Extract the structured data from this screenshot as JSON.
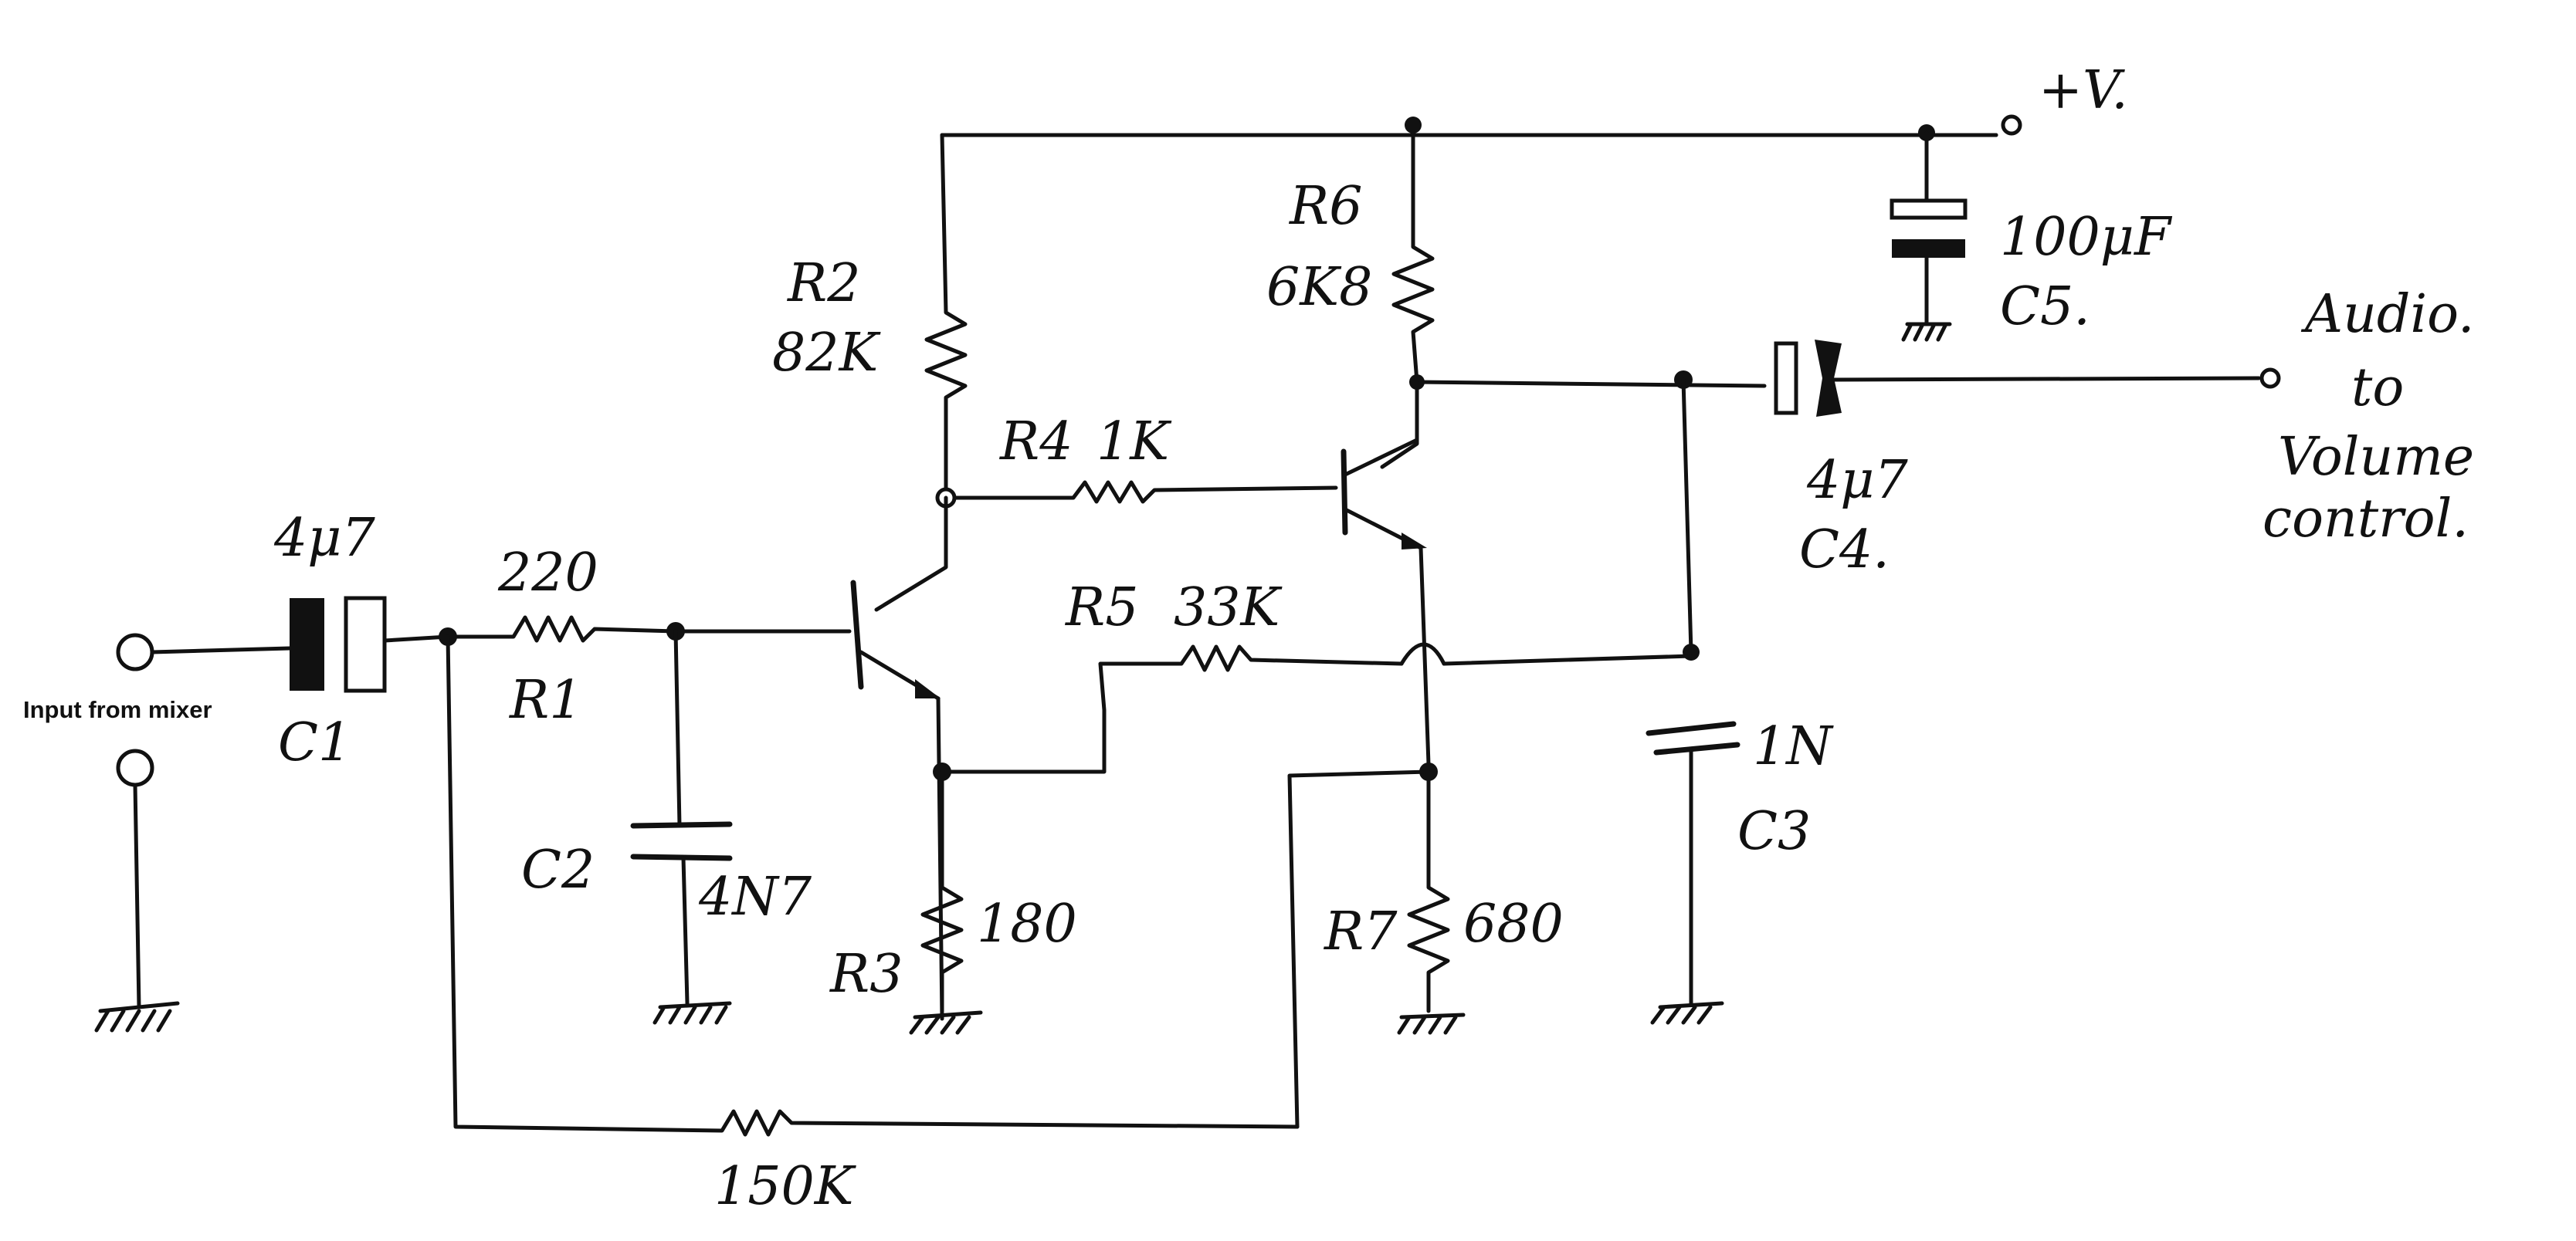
{
  "labels": {
    "supply": "+V.",
    "input": "Input from mixer",
    "output_1": "Audio.",
    "output_2": "to",
    "output_3": "Volume",
    "output_4": "control."
  },
  "components": {
    "c1": {
      "ref": "C1",
      "value": "4μ7"
    },
    "r1": {
      "ref": "R1",
      "value": "220"
    },
    "c2": {
      "ref": "C2",
      "value": "4N7"
    },
    "r2": {
      "ref": "R2",
      "value": "82K"
    },
    "r3": {
      "ref": "R3",
      "value": "180"
    },
    "r4": {
      "ref": "R4",
      "value": "1K"
    },
    "r5": {
      "ref": "R5",
      "value": "33K"
    },
    "r6": {
      "ref": "R6",
      "value": "6K8"
    },
    "r7": {
      "ref": "R7",
      "value": "680"
    },
    "c3": {
      "ref": "C3",
      "value": "1N"
    },
    "c4": {
      "ref": "C4.",
      "value": "4μ7"
    },
    "c5": {
      "ref": "C5.",
      "value": "100μF"
    },
    "rfb": {
      "value": "150K"
    }
  },
  "icons": [
    "ground-icon",
    "npn-transistor-icon",
    "terminal-icon",
    "resistor-icon",
    "capacitor-icon",
    "electrolytic-capacitor-icon"
  ]
}
